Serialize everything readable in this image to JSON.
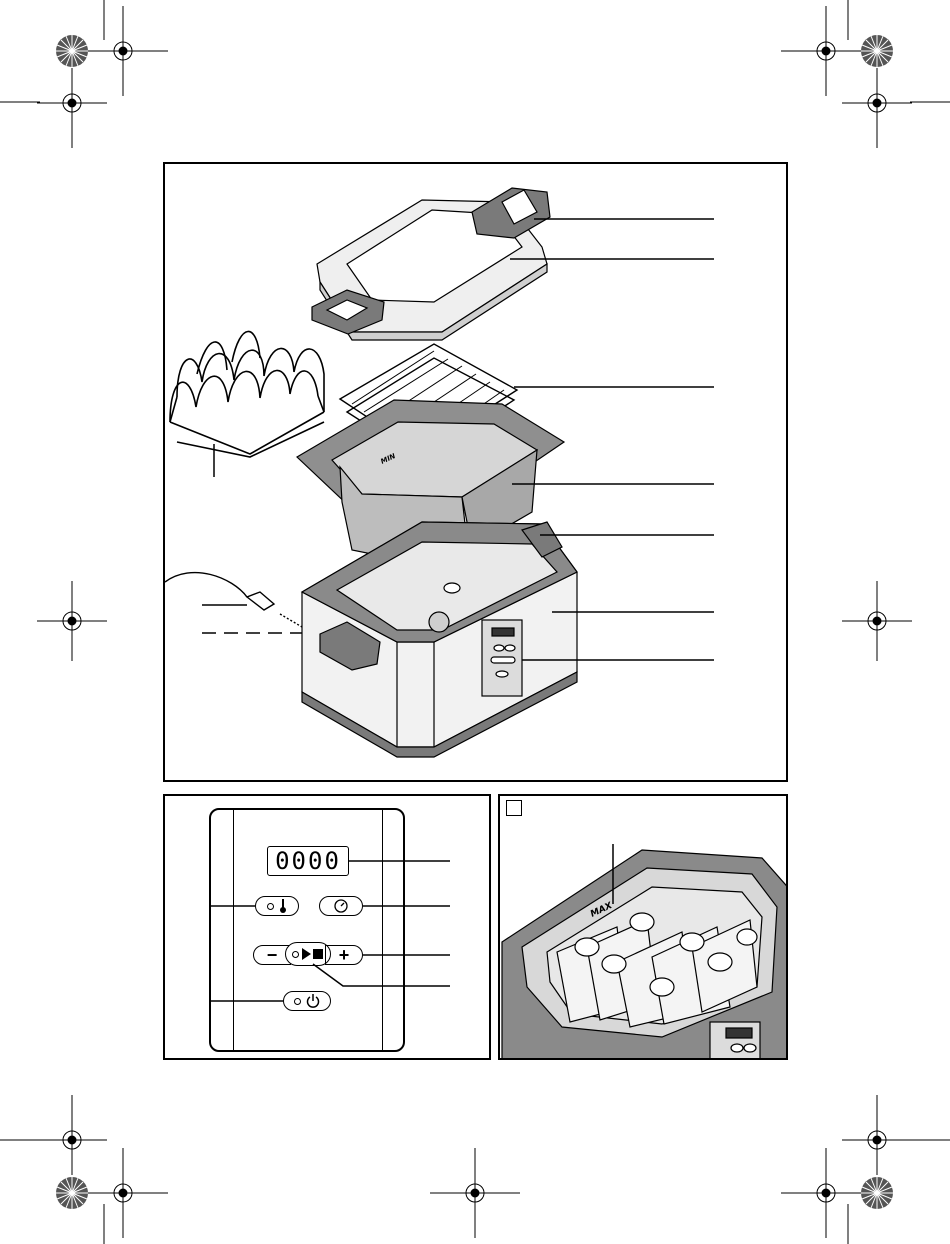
{
  "colors": {
    "line": "#000000",
    "panel_grey": "#e6e6e6",
    "body_grey": "#f0f0f0",
    "dark_grey": "#7a7a7a",
    "mid_grey": "#b8b8b8",
    "water": "#cfcfcf"
  },
  "main_figure": {
    "parts": [
      "lid",
      "lid-window",
      "wire-rack",
      "water-basin",
      "handle",
      "housing",
      "control-panel",
      "stand-rack",
      "power-cord",
      "cord-socket"
    ],
    "basin_fill_label": "MIN"
  },
  "control_panel_detail": {
    "display_text": "0000",
    "buttons": [
      "temperature-button",
      "timer-button",
      "minus-button",
      "start-stop-button",
      "plus-button",
      "power-button"
    ],
    "minus_symbol": "−",
    "plus_symbol": "+"
  },
  "usage_figure": {
    "fill_label": "MAX",
    "panel_number_box": ""
  },
  "registration_marks": [
    "top-left",
    "top-right",
    "mid-left",
    "mid-right",
    "bottom-left",
    "bottom-center",
    "bottom-right"
  ]
}
